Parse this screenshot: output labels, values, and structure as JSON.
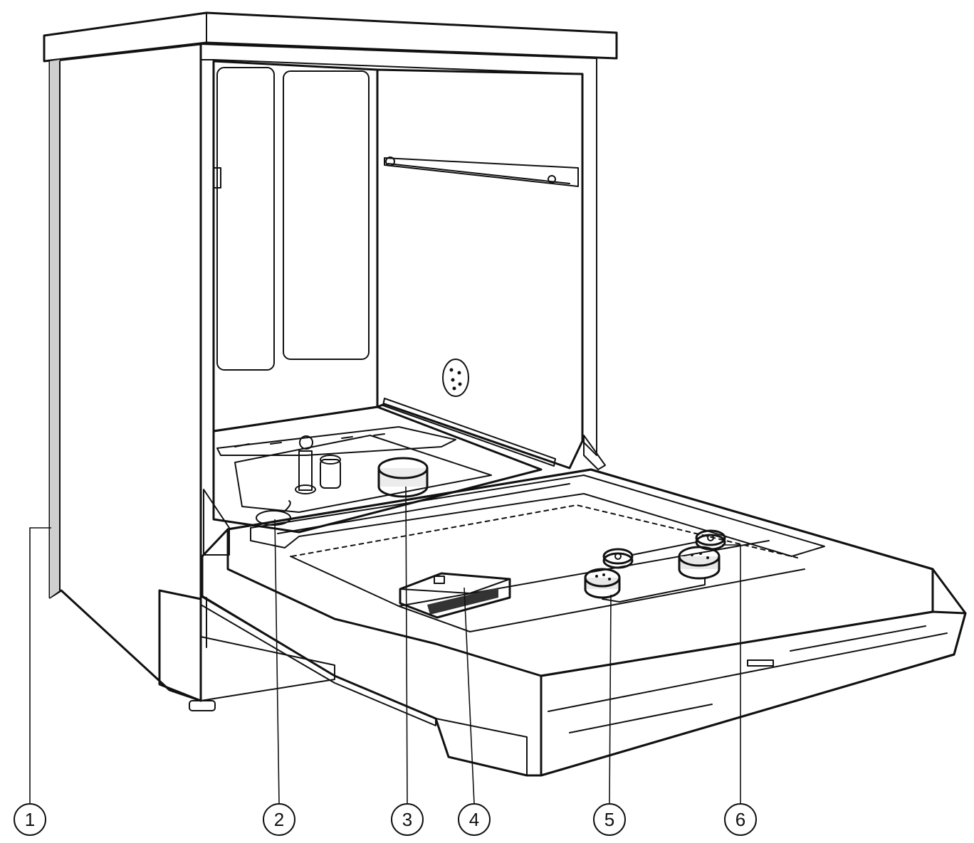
{
  "diagram": {
    "callouts": [
      {
        "id": "callout-1",
        "label": "1"
      },
      {
        "id": "callout-2",
        "label": "2"
      },
      {
        "id": "callout-3",
        "label": "3"
      },
      {
        "id": "callout-4",
        "label": "4"
      },
      {
        "id": "callout-5",
        "label": "5"
      },
      {
        "id": "callout-6",
        "label": "6"
      }
    ],
    "colors": {
      "ink": "#111111",
      "cabinet_side": "#e4e4e4",
      "interior_back": "#b8b8b8",
      "interior_wall": "#cdcdcd",
      "door_top": "#f4f4f4",
      "shadow": "#9c9c9c",
      "white": "#ffffff"
    }
  }
}
